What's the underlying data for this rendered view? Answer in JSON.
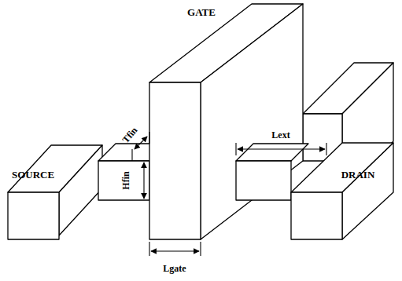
{
  "diagram": {
    "labels": [
      "GATE",
      "Tfin",
      "Hfin",
      "SOURCE",
      "Lext",
      "DRAIN",
      "Lgate"
    ]
  }
}
